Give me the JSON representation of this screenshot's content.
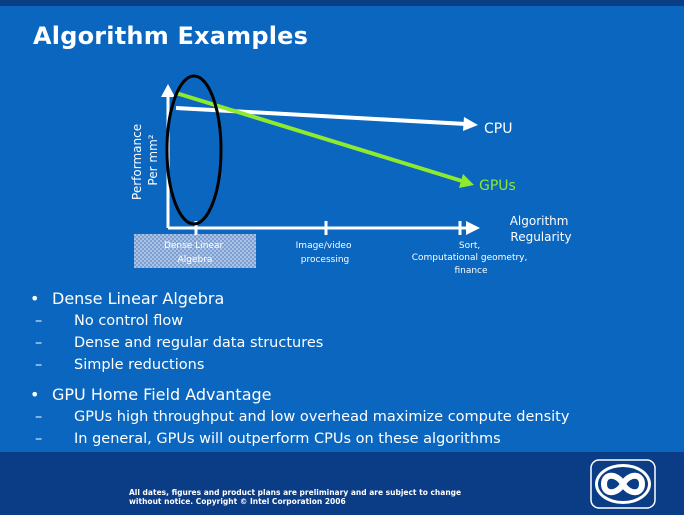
{
  "slide": {
    "title": "Algorithm Examples",
    "footer_text_line1": "All dates, figures and product plans are preliminary and are subject to change",
    "footer_text_line2": "without notice.   Copyright © Intel Corporation 2006"
  },
  "diagram": {
    "y_axis_label_line1": "Performance",
    "y_axis_label_line2": "Per mm²",
    "x_axis_label_line1": "Algorithm",
    "x_axis_label_line2": "Regularity",
    "series": [
      {
        "name": "CPU",
        "color": "#ffffff"
      },
      {
        "name": "GPUs",
        "color": "#8dea2e"
      }
    ],
    "x_categories": [
      {
        "line1": "Dense Linear",
        "line2": "Algebra",
        "line3": ""
      },
      {
        "line1": "Image/video",
        "line2": "processing",
        "line3": ""
      },
      {
        "line1": "Sort,",
        "line2": "Computational geometry,",
        "line3": "finance"
      }
    ],
    "highlight_ellipse_color": "#000000"
  },
  "bullets": [
    {
      "text": "Dense Linear Algebra",
      "sub": [
        "No control flow",
        "Dense and regular data structures",
        "Simple reductions"
      ]
    },
    {
      "text": "GPU Home Field Advantage",
      "sub": [
        "GPUs high throughput and low overhead maximize compute density",
        "In general, GPUs will outperform CPUs on these algorithms"
      ]
    }
  ],
  "glyphs": {
    "bullet": "•",
    "dash": "–"
  },
  "colors": {
    "background": "#0a66be",
    "footer": "#0b3c86",
    "gpu_line": "#8dea2e"
  }
}
